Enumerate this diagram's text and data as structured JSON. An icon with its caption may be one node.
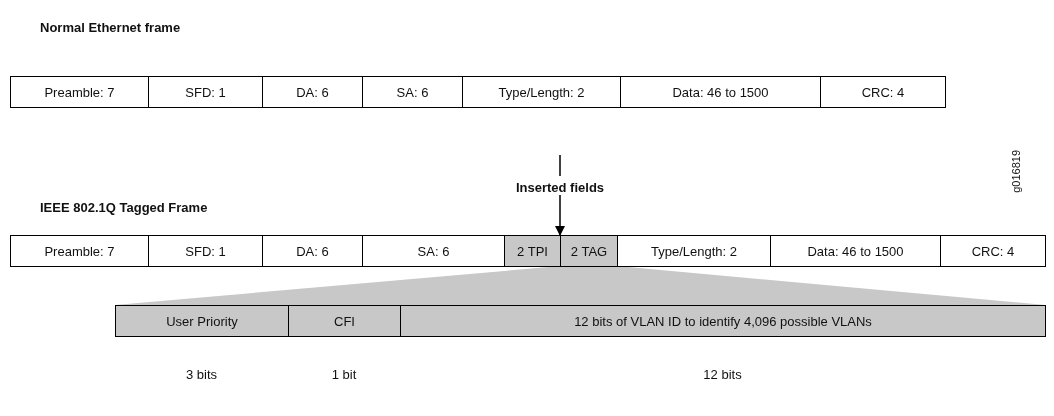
{
  "diagram": {
    "nodes": [
      {
        "text": [
          "Preamble: 7"
        ]
      },
      {
        "text": [
          "SFD: 1"
        ]
      },
      {
        "text": [
          "DA: 6"
        ]
      },
      {
        "text": [
          "SA: 6"
        ]
      },
      {
        "text": [
          "Type/Length: 2"
        ]
      },
      {
        "text": [
          "Data: 46 to 1500"
        ]
      },
      {
        "text": [
          "CRC: 4"
        ]
      },
      {
        "text": [
          "Preamble: 7"
        ]
      },
      {
        "text": [
          "SFD: 1"
        ]
      },
      {
        "text": [
          "DA: 6"
        ]
      },
      {
        "text": [
          "SA: 6"
        ]
      },
      {
        "text": [
          "2 TPI"
        ]
      },
      {
        "text": [
          "2 TAG"
        ]
      },
      {
        "text": [
          "Type/Length: 2"
        ]
      },
      {
        "text": [
          "Data: 46 to 1500"
        ]
      },
      {
        "text": [
          "CRC: 4"
        ]
      },
      {
        "text": [
          "User Priority"
        ],
        "beside": [
          "3 bits"
        ]
      },
      {
        "text": [
          "CFI"
        ],
        "beside": [
          "1 bit"
        ]
      },
      {
        "text": [
          "12 bits of VLAN ID to identify 4,096 possible VLANs"
        ],
        "beside": [
          "12 bits"
        ]
      },
      {
        "text": [
          "Inserted fields"
        ]
      },
      {
        "text": [],
        "shape": "trapezoid"
      }
    ],
    "edges": [
      {
        "from": 19,
        "to": 11,
        "arrow": "to"
      }
    ],
    "labels": [
      "Normal Ethernet frame",
      "g016819",
      "IEEE 802.1Q Tagged Frame"
    ]
  }
}
